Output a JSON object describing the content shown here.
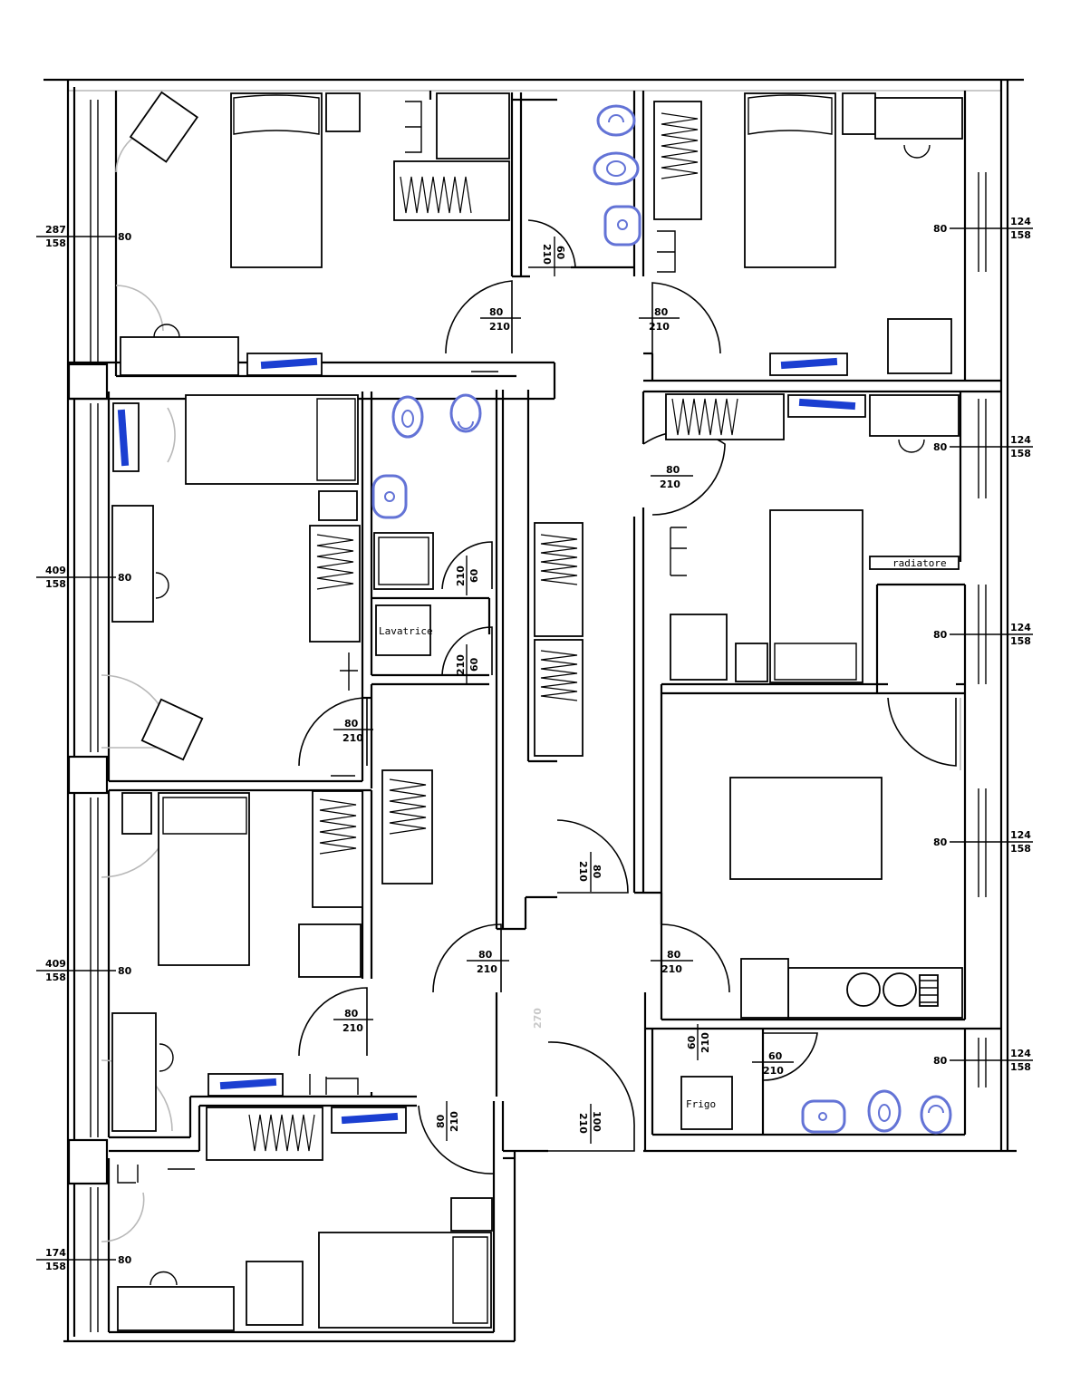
{
  "colors": {
    "walls": "#000000",
    "radiator": "#1b3fd1",
    "sanitary": "#6373d6",
    "faint": "#b8b8b8"
  },
  "windows": [
    {
      "top": "287",
      "bottom": "158",
      "width": "80"
    },
    {
      "top": "409",
      "bottom": "158",
      "width": "80"
    },
    {
      "top": "409",
      "bottom": "158",
      "width": "80"
    },
    {
      "top": "174",
      "bottom": "158",
      "width": "80"
    },
    {
      "top": "124",
      "bottom": "158",
      "width": "80"
    },
    {
      "top": "124",
      "bottom": "158",
      "width": "80"
    },
    {
      "top": "124",
      "bottom": "158",
      "width": "80"
    },
    {
      "top": "124",
      "bottom": "158",
      "width": "80"
    },
    {
      "top": "124",
      "bottom": "158",
      "width": "80"
    }
  ],
  "doors": [
    {
      "width": "80",
      "height": "210"
    },
    {
      "width": "80",
      "height": "210"
    },
    {
      "width": "80",
      "height": "210"
    },
    {
      "width": "80",
      "height": "210"
    },
    {
      "width": "80",
      "height": "210"
    },
    {
      "width": "80",
      "height": "210"
    },
    {
      "width": "80",
      "height": "210"
    },
    {
      "width": "60",
      "height": "210"
    }
  ],
  "doors_rotated": [
    {
      "width": "60",
      "height": "210"
    },
    {
      "width": "60",
      "height": "210"
    },
    {
      "width": "60",
      "height": "210"
    },
    {
      "width": "80",
      "height": "210"
    },
    {
      "width": "80",
      "height": "210"
    },
    {
      "width": "60",
      "height": "210"
    },
    {
      "width": "100",
      "height": "210"
    }
  ],
  "corridor_height": "270",
  "labels": {
    "washing_machine": "Lavatrice",
    "radiator": "radiatore",
    "fridge": "Frigo"
  }
}
